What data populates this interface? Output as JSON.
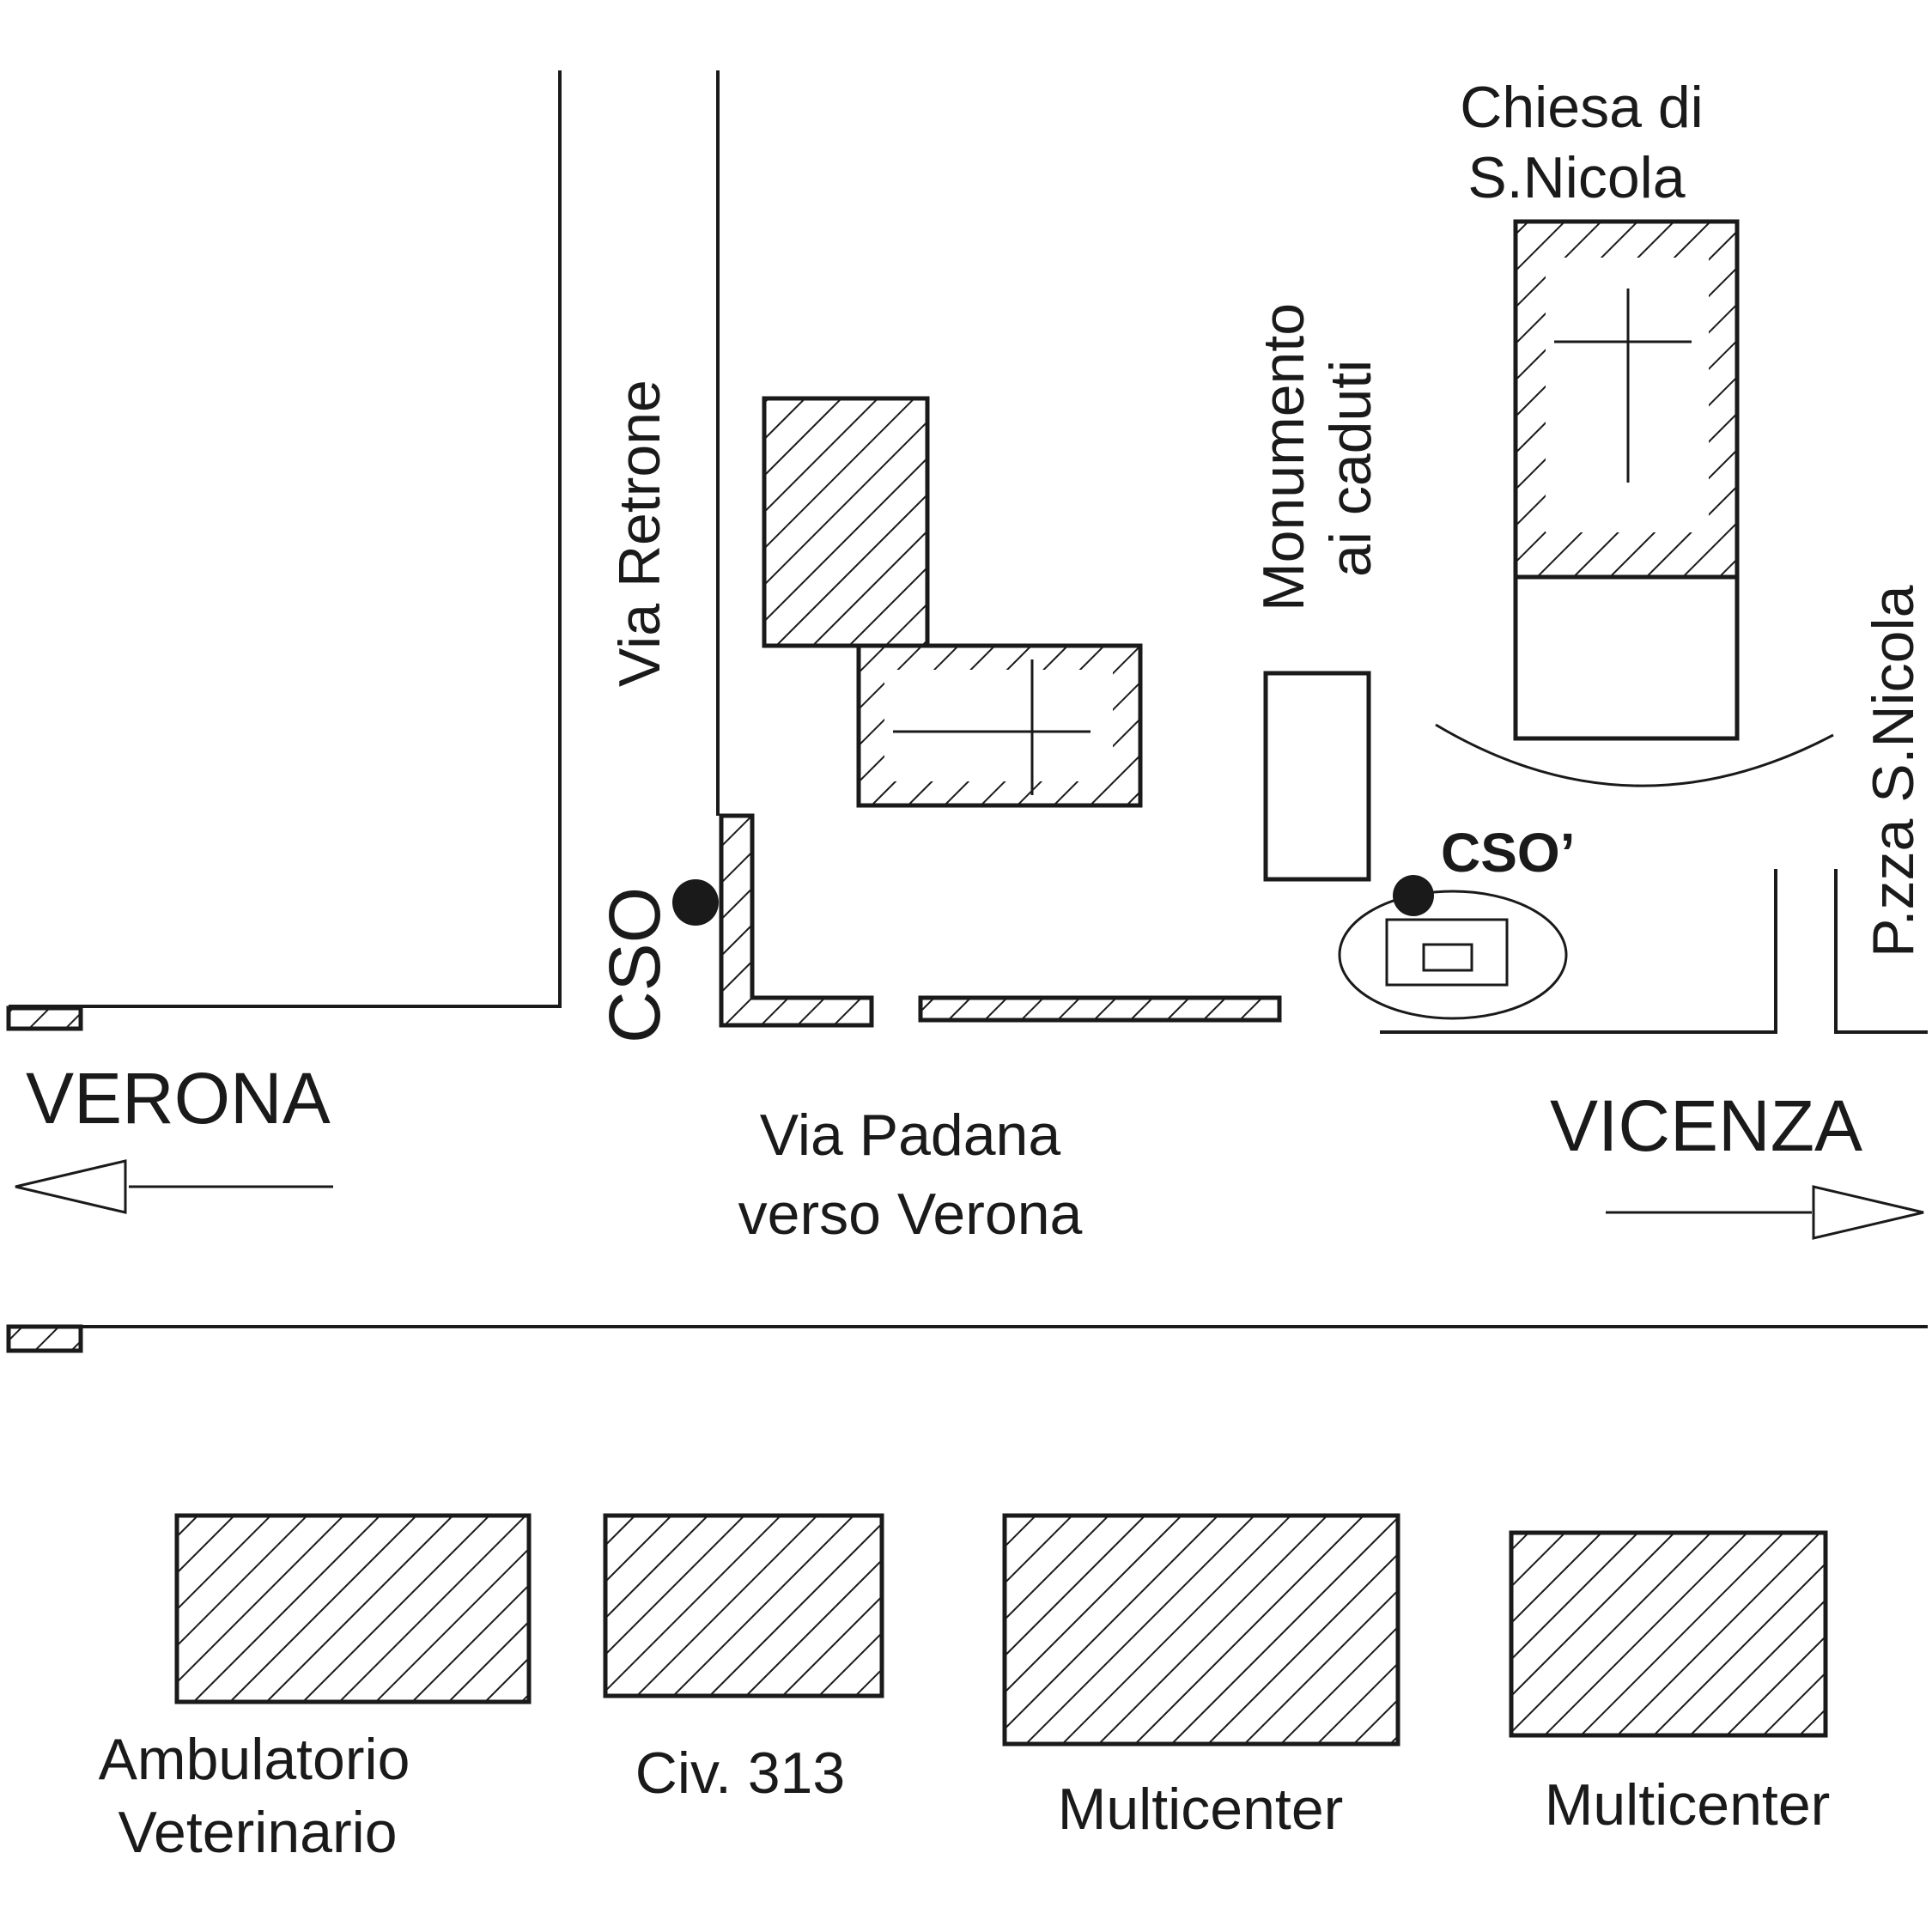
{
  "map": {
    "directions": {
      "west": "VERONA",
      "east": "VICENZA"
    },
    "streets": {
      "via_retrone": "Via Retrone",
      "pzza_s_nicola": "P.zza S.Nicola",
      "via_padana_line1": "Via Padana",
      "via_padana_line2": "verso Verona"
    },
    "landmarks": {
      "chiesa_line1": "Chiesa di",
      "chiesa_line2": "S.Nicola",
      "monumento_line1": "Monumento",
      "monumento_line2": "ai caduti"
    },
    "markers": {
      "cso": "CSO",
      "cso_prime": "CSO’"
    },
    "buildings_south": [
      {
        "line1": "Ambulatorio",
        "line2": "Veterinario"
      },
      {
        "line1": "Civ. 313"
      },
      {
        "line1": "Multicenter"
      },
      {
        "line1": "Multicenter"
      }
    ],
    "colors": {
      "ink": "#1a1a1a",
      "background": "#ffffff"
    },
    "icons": {
      "church_symbol": "cross-icon",
      "point_marker": "dot-icon",
      "direction": "arrow-icon"
    }
  }
}
